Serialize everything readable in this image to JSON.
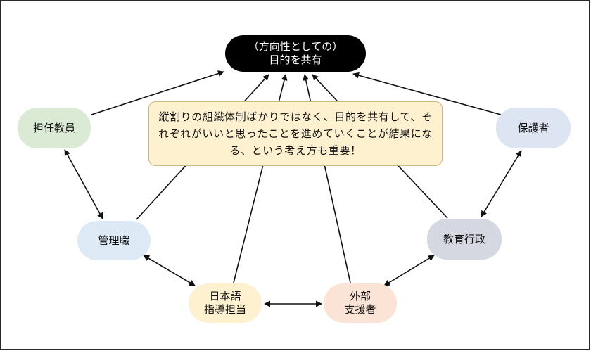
{
  "nodes": {
    "goal": {
      "line1": "（方向性としての）",
      "line2": "目的を共有"
    },
    "teacher": {
      "label": "担任教員"
    },
    "management": {
      "label": "管理職"
    },
    "japanese_instructor": {
      "line1": "日本語",
      "line2": "指導担当"
    },
    "external_support": {
      "line1": "外部",
      "line2": "支援者"
    },
    "education_admin": {
      "label": "教育行政"
    },
    "guardian": {
      "label": "保護者"
    }
  },
  "callout": {
    "text": "縦割りの組織体制ばかりではなく、目的を共有して、それぞれがいいと思ったことを進めていくことが結果になる、という考え方も重要！"
  },
  "colors": {
    "goal": "#000000",
    "teacher": "#dbead5",
    "management": "#dde9f5",
    "japanese_instructor": "#fdf1cf",
    "external_support": "#fbe3d5",
    "education_admin": "#d5d8e0",
    "guardian": "#dde4f2",
    "callout": "#fdf1cf"
  }
}
